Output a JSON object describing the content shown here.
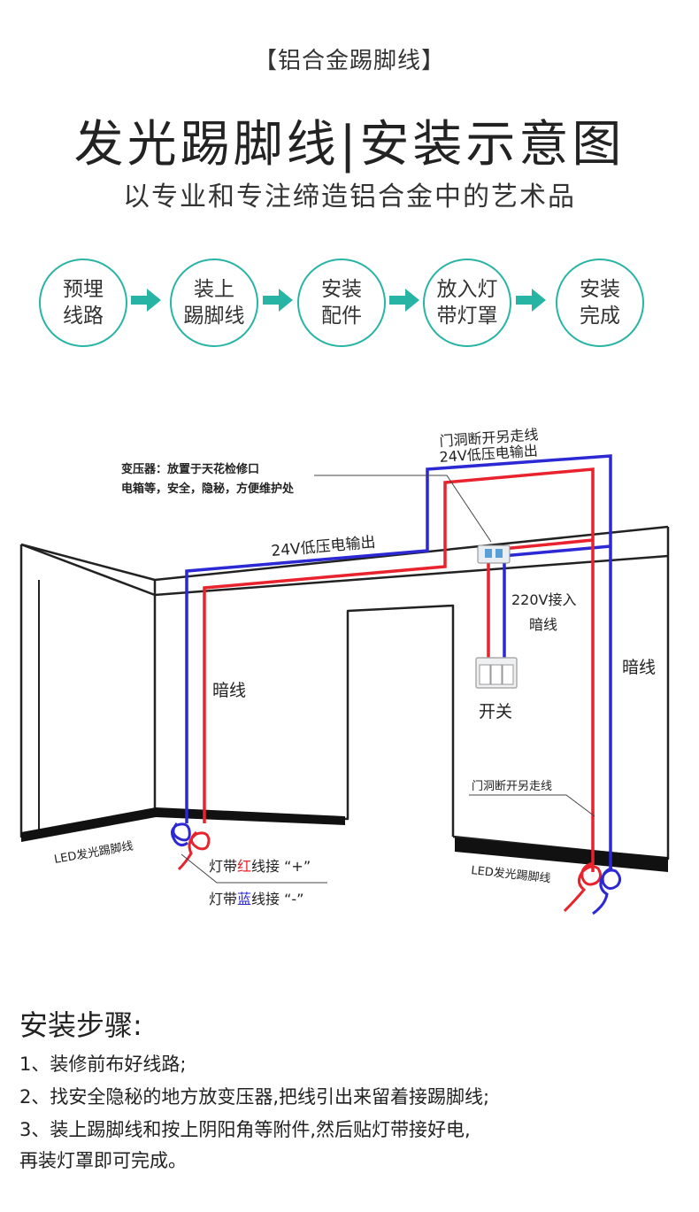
{
  "header": {
    "bracket_title": "【铝合金踢脚线】",
    "main_title": "发光踢脚线|安装示意图",
    "subtitle": "以专业和专注缔造铝合金中的艺术品"
  },
  "steps": [
    {
      "line1": "预埋",
      "line2": "线路"
    },
    {
      "line1": "装上",
      "line2": "踢脚线"
    },
    {
      "line1": "安装",
      "line2": "配件"
    },
    {
      "line1": "放入灯",
      "line2": "带灯罩"
    },
    {
      "line1": "安装",
      "line2": "完成"
    }
  ],
  "diagram": {
    "top_label_line1": "门洞断开另走线",
    "top_label_line2": "24V低压电输出",
    "transformer_line1": "变压器：放置于天花检修口",
    "transformer_line2": "电箱等，安全，隐秘，方便维护处",
    "ceiling_label": "24V低压电输出",
    "input_line1": "220V接入",
    "input_line2": "暗线",
    "hidden_left": "暗线",
    "hidden_right": "暗线",
    "switch_label": "开关",
    "door_label": "门洞断开另走线",
    "led_left": "LED发光踢脚线",
    "led_right": "LED发光踢脚线",
    "red_pre": "灯带",
    "red_word": "红",
    "red_post": "线接 “+”",
    "blue_pre": "灯带",
    "blue_word": "蓝",
    "blue_post": "线接 “-”",
    "colors": {
      "red": "#e8232d",
      "blue": "#2b28d4",
      "accent": "#28b4a5"
    }
  },
  "instructions": {
    "heading": "安装步骤:",
    "lines": [
      "1、装修前布好线路;",
      "2、找安全隐秘的地方放变压器,把线引出来留着接踢脚线;",
      "3、装上踢脚线和按上阴阳角等附件,然后贴灯带接好电,",
      "再装灯罩即可完成。"
    ]
  }
}
